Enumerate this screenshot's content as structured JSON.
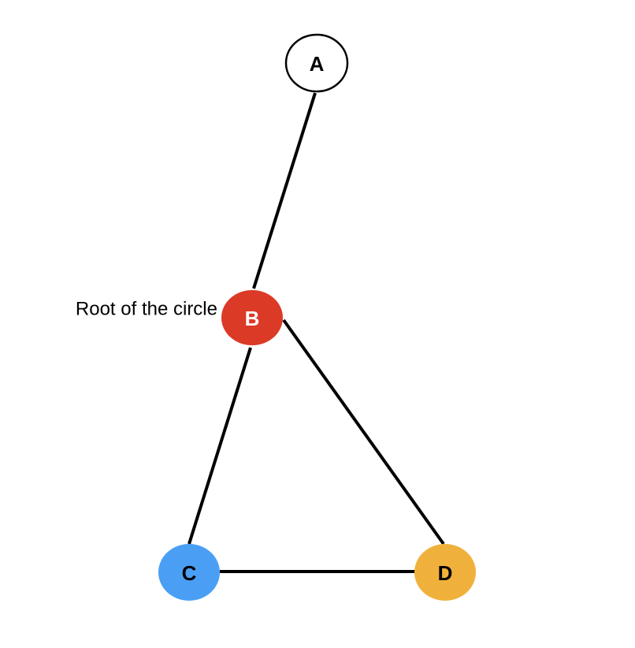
{
  "nodes": {
    "a": {
      "label": "A",
      "fill": "#ffffff",
      "stroke": "#000000",
      "text_color": "#000000"
    },
    "b": {
      "label": "B",
      "fill": "#db3a27",
      "stroke": "#db3a27",
      "text_color": "#ffffff"
    },
    "c": {
      "label": "C",
      "fill": "#4a9ff5",
      "stroke": "#4a9ff5",
      "text_color": "#000000"
    },
    "d": {
      "label": "D",
      "fill": "#f0b13c",
      "stroke": "#f0b13c",
      "text_color": "#000000"
    }
  },
  "edges": [
    {
      "from": "A",
      "to": "B"
    },
    {
      "from": "B",
      "to": "C"
    },
    {
      "from": "B",
      "to": "D"
    },
    {
      "from": "C",
      "to": "D"
    }
  ],
  "annotation": {
    "text": "Root of the circle",
    "target": "B"
  }
}
